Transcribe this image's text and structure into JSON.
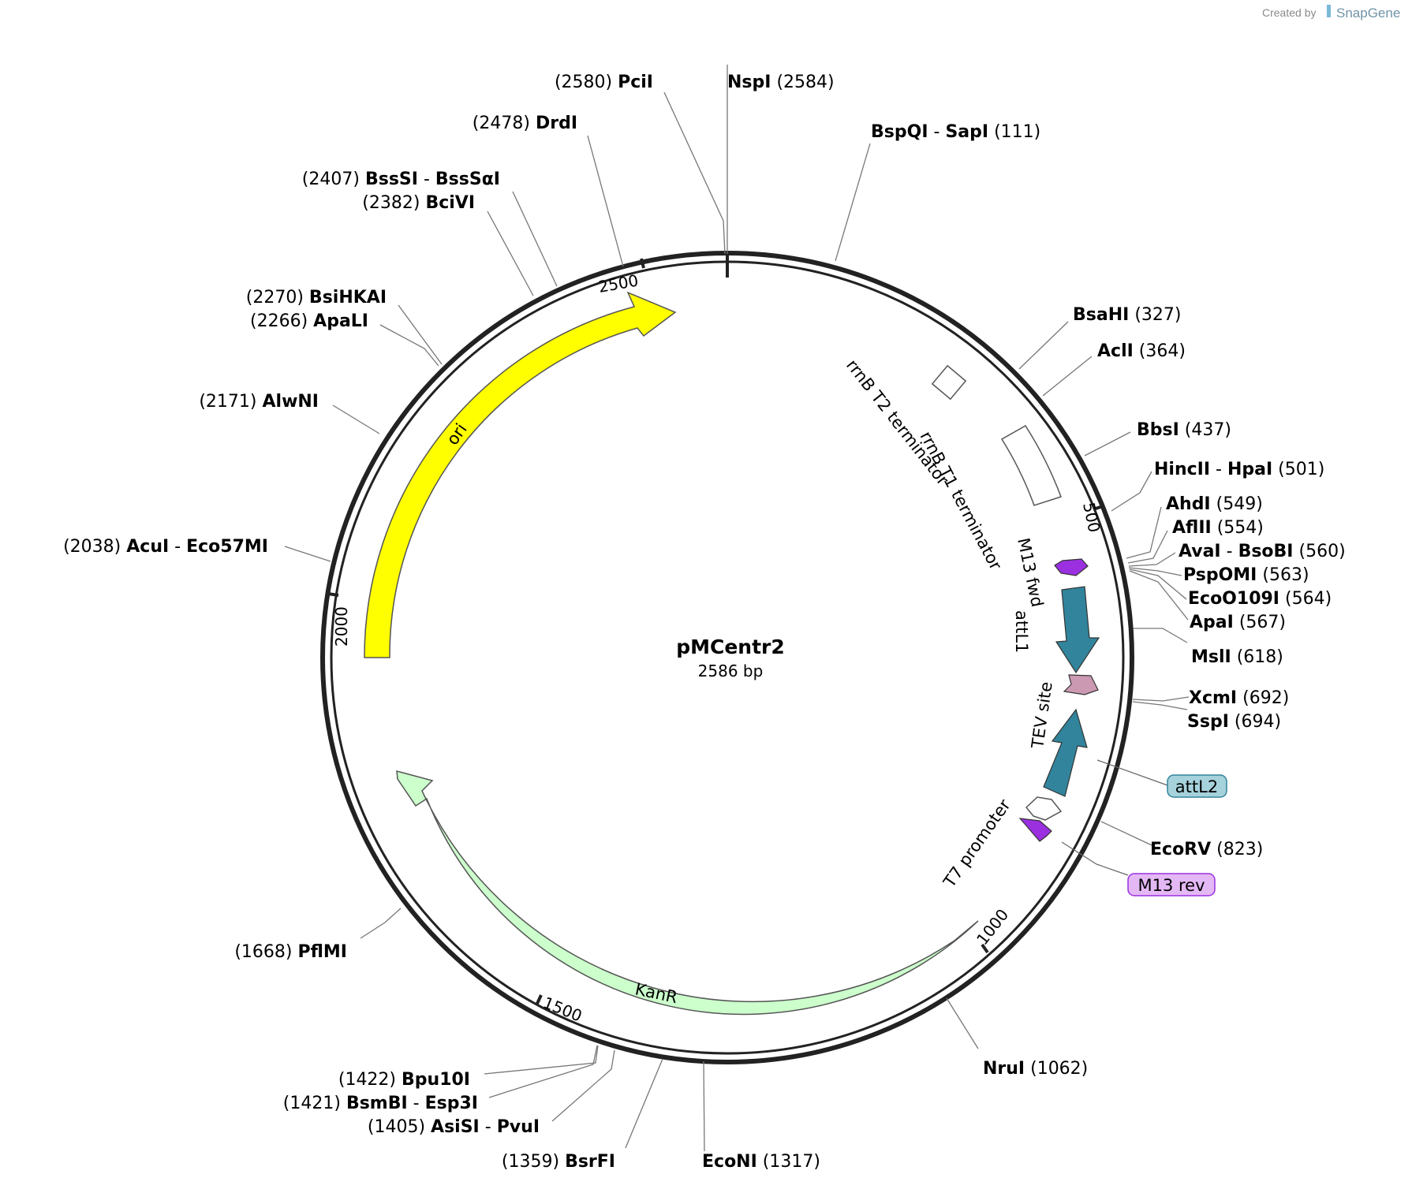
{
  "credit": {
    "prefix": "Created by",
    "brand": "SnapGene"
  },
  "plasmid": {
    "name": "pMCentr2",
    "size_label": "2586 bp"
  },
  "ticks": [
    "500",
    "1000",
    "1500",
    "2000",
    "2500"
  ],
  "sites": [
    {
      "id": "pcii",
      "pos": "(2580)",
      "name": "PciI"
    },
    {
      "id": "nspi",
      "pos": "(2584)",
      "name": "NspI"
    },
    {
      "id": "drdi",
      "pos": "(2478)",
      "name": "DrdI"
    },
    {
      "id": "bspqi",
      "pos": "(111)",
      "name": "BspQI",
      "alt": "SapI"
    },
    {
      "id": "bsssi",
      "pos": "(2407)",
      "name": "BssSI",
      "alt": "BssSαI"
    },
    {
      "id": "bcivi",
      "pos": "(2382)",
      "name": "BciVI"
    },
    {
      "id": "bsihkai",
      "pos": "(2270)",
      "name": "BsiHKAI"
    },
    {
      "id": "apali",
      "pos": "(2266)",
      "name": "ApaLI"
    },
    {
      "id": "bsahi",
      "pos": "(327)",
      "name": "BsaHI"
    },
    {
      "id": "acli",
      "pos": "(364)",
      "name": "AclI"
    },
    {
      "id": "alwni",
      "pos": "(2171)",
      "name": "AlwNI"
    },
    {
      "id": "bbsi",
      "pos": "(437)",
      "name": "BbsI"
    },
    {
      "id": "hincii",
      "pos": "(501)",
      "name": "HincII",
      "alt": "HpaI"
    },
    {
      "id": "ahdi",
      "pos": "(549)",
      "name": "AhdI"
    },
    {
      "id": "aflii",
      "pos": "(554)",
      "name": "AflII"
    },
    {
      "id": "avai",
      "pos": "(560)",
      "name": "AvaI",
      "alt": "BsoBI"
    },
    {
      "id": "acui",
      "pos": "(2038)",
      "name": "AcuI",
      "alt": "Eco57MI"
    },
    {
      "id": "pspomi",
      "pos": "(563)",
      "name": "PspOMI"
    },
    {
      "id": "eco0109i",
      "pos": "(564)",
      "name": "EcoO109I"
    },
    {
      "id": "apai",
      "pos": "(567)",
      "name": "ApaI"
    },
    {
      "id": "msli",
      "pos": "(618)",
      "name": "MslI"
    },
    {
      "id": "xcmi",
      "pos": "(692)",
      "name": "XcmI"
    },
    {
      "id": "sspi",
      "pos": "(694)",
      "name": "SspI"
    },
    {
      "id": "ecorv",
      "pos": "(823)",
      "name": "EcoRV"
    },
    {
      "id": "pflmi",
      "pos": "(1668)",
      "name": "PflMI"
    },
    {
      "id": "nrui",
      "pos": "(1062)",
      "name": "NruI"
    },
    {
      "id": "bpu10i",
      "pos": "(1422)",
      "name": "Bpu10I"
    },
    {
      "id": "bsmbi",
      "pos": "(1421)",
      "name": "BsmBI",
      "alt": "Esp3I"
    },
    {
      "id": "asisi",
      "pos": "(1405)",
      "name": "AsiSI",
      "alt": "PvuI"
    },
    {
      "id": "bsrfi",
      "pos": "(1359)",
      "name": "BsrFI"
    },
    {
      "id": "econi",
      "pos": "(1317)",
      "name": "EcoNI"
    }
  ],
  "features": {
    "ori": "ori",
    "kanr": "KanR",
    "rrnb_t2": "rrnB T2 terminator",
    "rrnb_t1": "rrnB T1 terminator",
    "m13_fwd": "M13 fwd",
    "attl1": "attL1",
    "tev": "TEV site",
    "t7": "T7 promoter",
    "attl2": "attL2",
    "m13_rev": "M13 rev"
  },
  "colors": {
    "ori": "#ffff00",
    "kanr": "#ccffcc",
    "att": "#31849b",
    "primer": "#9b30e0",
    "tev": "#cc99b2",
    "attl2_box": "#a6d2dc",
    "m13rev_box": "#e4b8f5"
  }
}
